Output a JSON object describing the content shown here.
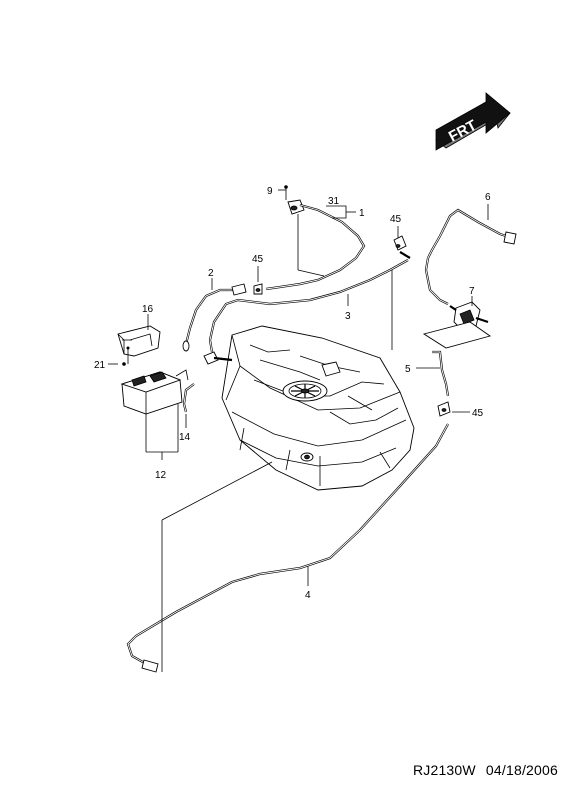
{
  "direction_arrow": {
    "label": "FRT"
  },
  "callouts": {
    "c1": "1",
    "c2": "2",
    "c3": "3",
    "c4": "4",
    "c5": "5",
    "c6": "6",
    "c7": "7",
    "c9": "9",
    "c12": "12",
    "c14": "14",
    "c16": "16",
    "c21": "21",
    "c31": "31",
    "c45a": "45",
    "c45b": "45",
    "c45c": "45"
  },
  "footer": {
    "code": "RJ2130W",
    "date": "04/18/2006"
  }
}
